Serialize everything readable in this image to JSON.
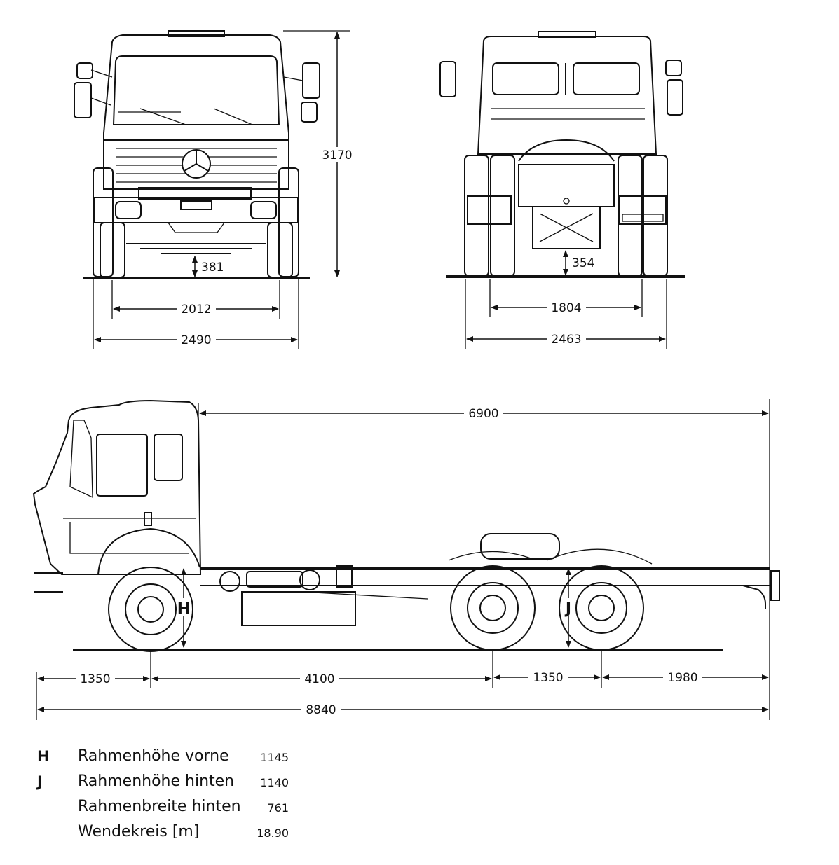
{
  "dimensions": {
    "front_height": "3170",
    "front_ground_clearance": "381",
    "front_track": "2012",
    "front_width": "2490",
    "rear_ground_clearance": "354",
    "rear_track": "1804",
    "rear_width": "2463",
    "frame_length": "6900",
    "front_overhang": "1350",
    "wheelbase": "4100",
    "tandem_spacing": "1350",
    "rear_overhang": "1980",
    "overall_length": "8840",
    "marker_h": "H",
    "marker_j": "J"
  },
  "legend": [
    {
      "letter": "H",
      "label": "Rahmenhöhe vorne",
      "value": "1145"
    },
    {
      "letter": "J",
      "label": "Rahmenhöhe hinten",
      "value": "1140"
    },
    {
      "letter": "",
      "label": "Rahmenbreite hinten",
      "value": "761"
    },
    {
      "letter": "",
      "label": "Wendekreis [m]",
      "value": "18.90"
    }
  ]
}
